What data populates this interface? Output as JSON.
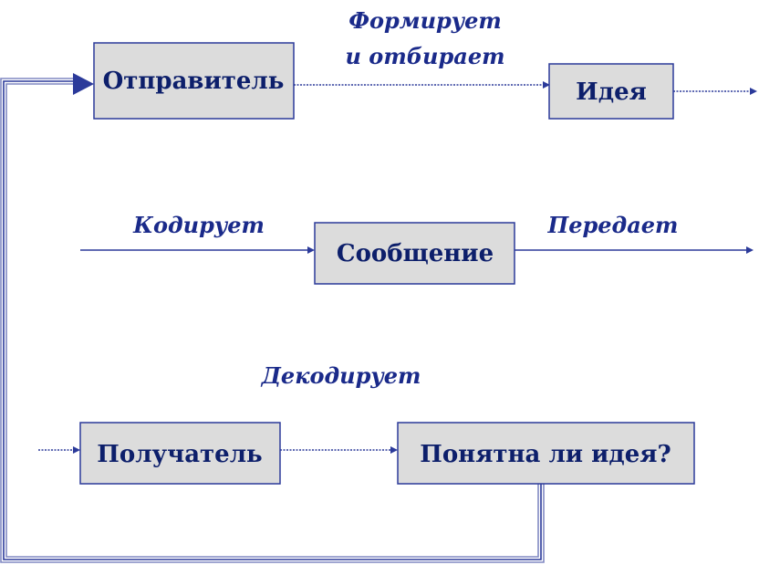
{
  "boxes": {
    "sender": "Отправитель",
    "idea": "Идея",
    "message": "Сообщение",
    "receiver": "Получатель",
    "understood": "Понятна ли идея?"
  },
  "verbs": {
    "forms_line1": "Формирует",
    "forms_line2": "и отбирает",
    "encodes": "Кодирует",
    "transmits": "Передает",
    "decodes": "Декодирует"
  },
  "colors": {
    "box_fill": "#dcdcdc",
    "line": "#2b3a9a",
    "text": "#0d1f6b"
  }
}
